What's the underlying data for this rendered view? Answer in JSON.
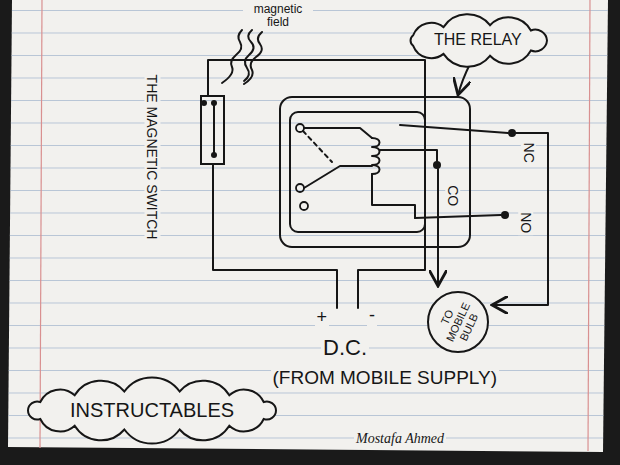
{
  "diagram": {
    "nodes": [
      {
        "text": [
          "THE MAGNETIC SWITCH"
        ]
      },
      {
        "text": [
          "THE RELAY"
        ]
      },
      {
        "text": [
          "TO MOBILE BULB"
        ]
      },
      {
        "text": [
          "INSTRUCTABLES"
        ]
      }
    ],
    "labels": [
      "magnetic field",
      "NC",
      "CO",
      "NO",
      "+",
      "-",
      "D.C.",
      "(FROM MOBILE SUPPLY)",
      "Mostafa Ahmed"
    ]
  }
}
